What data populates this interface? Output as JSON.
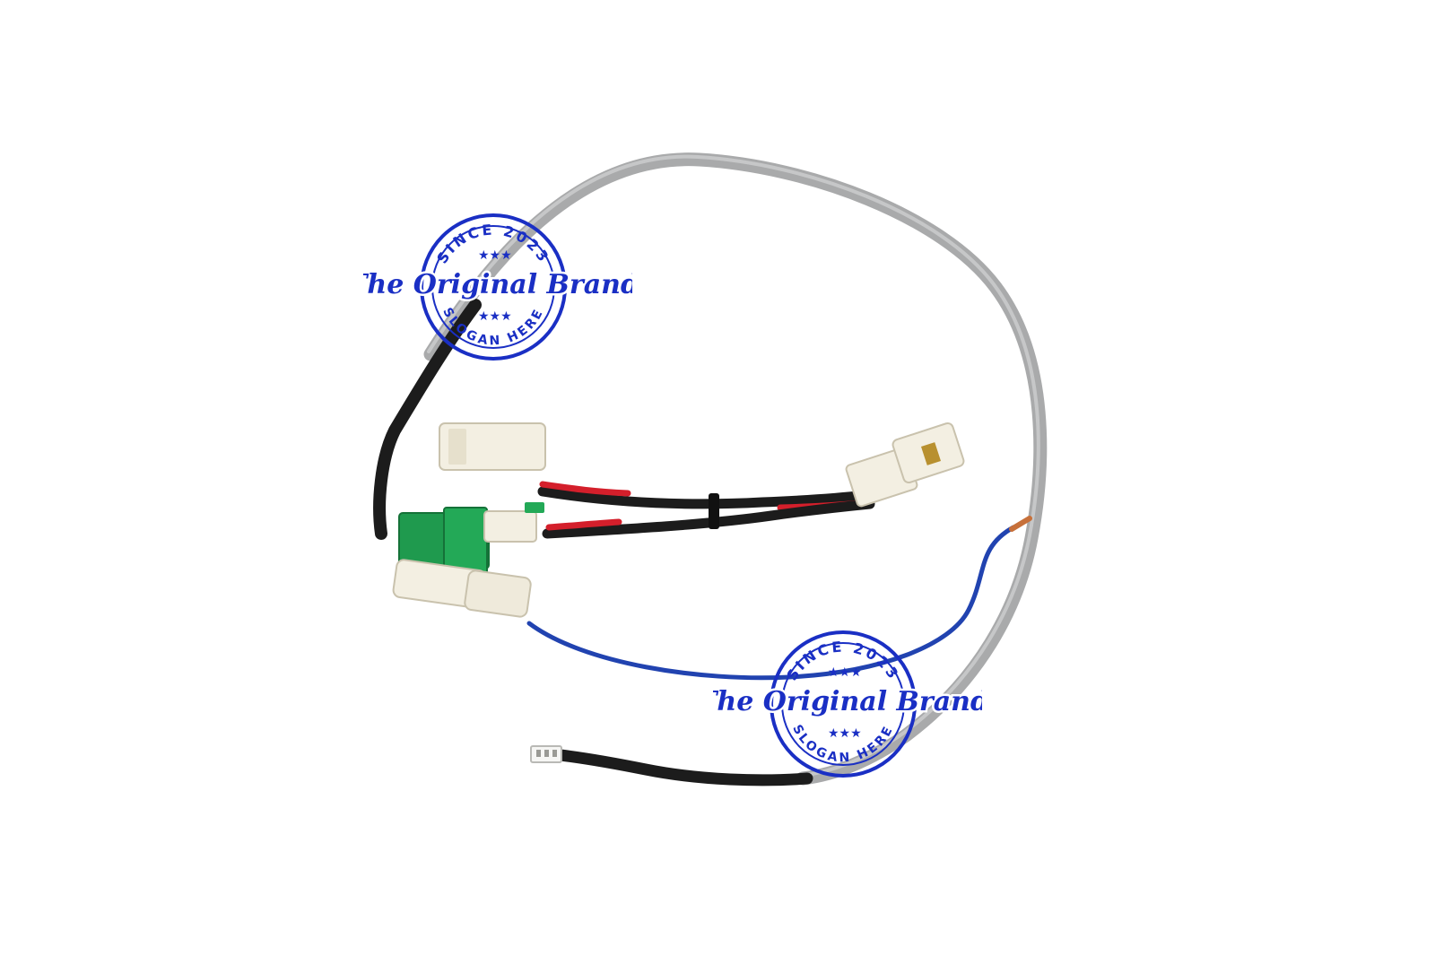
{
  "image": {
    "subject": "wire-harness",
    "background_color": "#ffffff"
  },
  "watermarks": [
    {
      "brand": "The Original Brand",
      "top_arc": "SINCE 2023",
      "bottom_arc": "SLOGAN HERE",
      "color": "#1a2fc4"
    },
    {
      "brand": "The Original Brand",
      "top_arc": "SINCE 2023",
      "bottom_arc": "SLOGAN HERE",
      "color": "#1a2fc4"
    }
  ],
  "colors": {
    "gray_cable": "#a9aaab",
    "black_cable": "#1c1c1c",
    "red_wire": "#d41f2b",
    "blue_wire": "#2143b0",
    "green_connector": "#1f9a4e",
    "white_connector": "#f3efe2",
    "copper_tip": "#c7703a",
    "stamp_blue": "#1a2fc4"
  }
}
